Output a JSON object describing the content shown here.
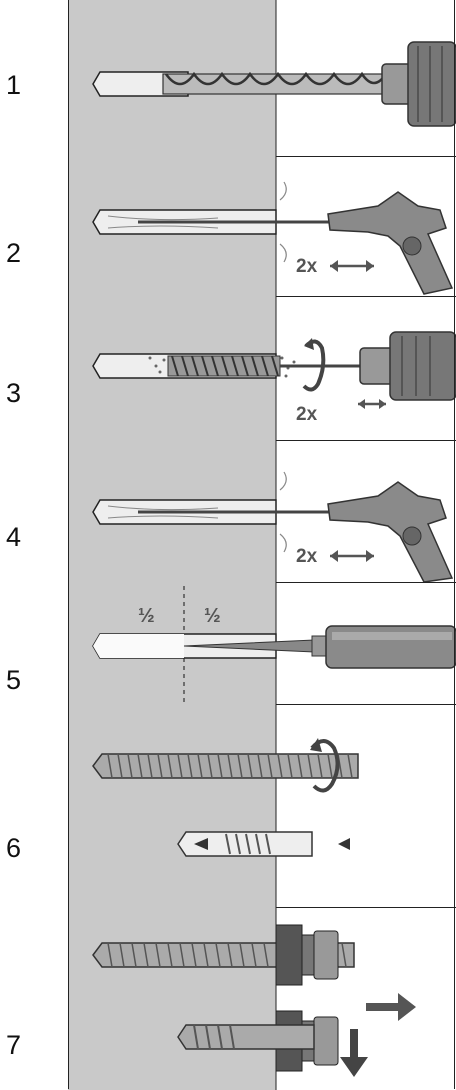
{
  "steps": [
    {
      "number": "1"
    },
    {
      "number": "2",
      "repeat": "2x"
    },
    {
      "number": "3",
      "repeat": "2x"
    },
    {
      "number": "4",
      "repeat": "2x"
    },
    {
      "number": "5",
      "fill_left": "½",
      "fill_right": "½"
    },
    {
      "number": "6"
    },
    {
      "number": "7"
    }
  ],
  "colors": {
    "concrete": "#c9c9c9",
    "outline": "#222222",
    "tool": "#8a8a8a",
    "background": "#ffffff"
  }
}
